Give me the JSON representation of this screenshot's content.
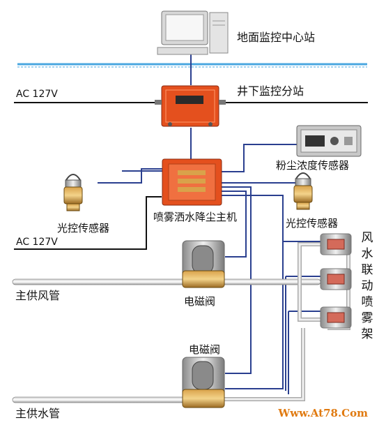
{
  "labels": {
    "monitor_center": "地面监控中心站",
    "substation": "井下监控分站",
    "dust_sensor": "粉尘浓度传感器",
    "light_sensor_left": "光控传感器",
    "light_sensor_right": "光控传感器",
    "spray_host": "喷雾洒水降尘主机",
    "valve_upper": "电磁阀",
    "valve_lower": "电磁阀",
    "air_pipe": "主供风管",
    "water_pipe": "主供水管",
    "ac_top": "AC 127V",
    "ac_bottom": "AC 127V",
    "spray_rack_chars": [
      "风",
      "水",
      "联",
      "动",
      "喷",
      "雾",
      "架"
    ]
  },
  "watermark": "Www.At78.Com",
  "colors": {
    "signal_line": "#2a3f8f",
    "power_line": "#111111",
    "ground_line": "#4aa7e0",
    "enclosure": "#e4501e",
    "watermark": "#e07a10"
  }
}
